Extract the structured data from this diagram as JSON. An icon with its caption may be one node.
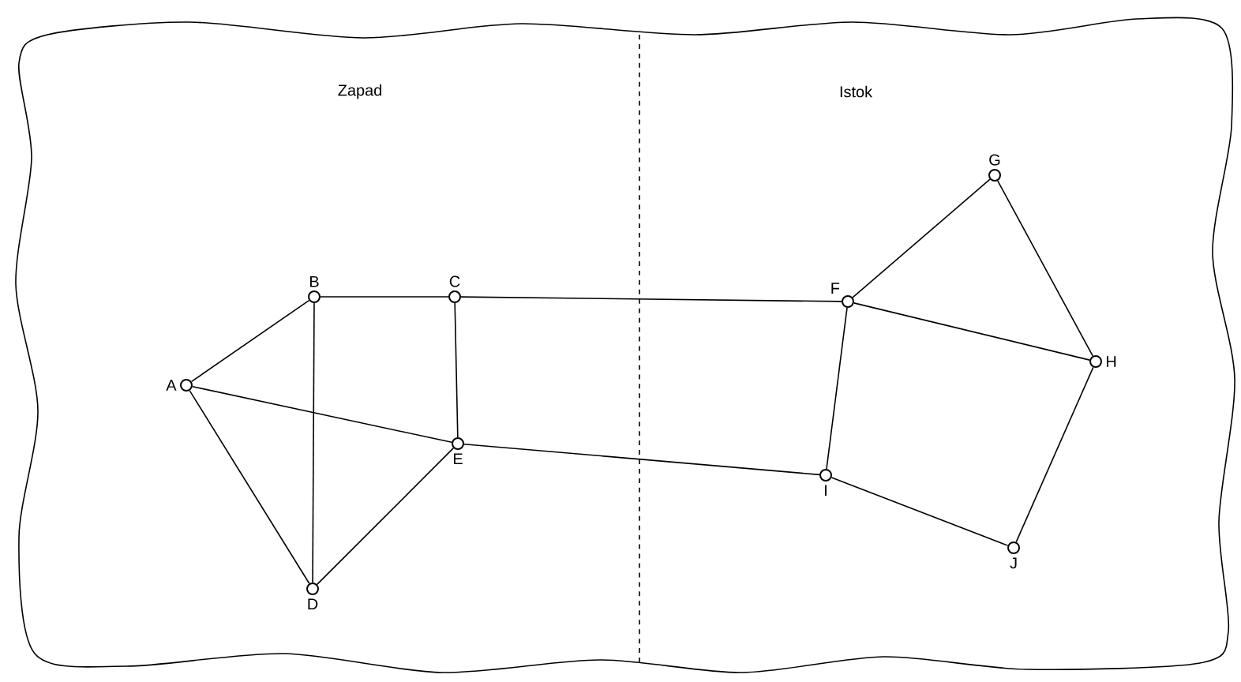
{
  "diagram": {
    "nodes": [
      {
        "text": [],
        "shape": "circle",
        "beside": [
          "A"
        ]
      },
      {
        "text": [],
        "shape": "circle",
        "beside": [
          "B"
        ]
      },
      {
        "text": [],
        "shape": "circle",
        "beside": [
          "C"
        ]
      },
      {
        "text": [],
        "shape": "circle",
        "beside": [
          "D"
        ]
      },
      {
        "text": [],
        "shape": "circle",
        "beside": [
          "E"
        ]
      },
      {
        "text": [],
        "shape": "circle",
        "beside": [
          "F"
        ]
      },
      {
        "text": [],
        "shape": "circle",
        "beside": [
          "G"
        ]
      },
      {
        "text": [],
        "shape": "circle",
        "beside": [
          "H"
        ]
      },
      {
        "text": [],
        "shape": "circle",
        "beside": [
          "I"
        ]
      },
      {
        "text": [],
        "shape": "circle",
        "beside": [
          "J"
        ]
      }
    ],
    "edges": [
      {
        "from": 0,
        "to": 1,
        "arrow": "none"
      },
      {
        "from": 0,
        "to": 3,
        "arrow": "none"
      },
      {
        "from": 0,
        "to": 4,
        "arrow": "none"
      },
      {
        "from": 1,
        "to": 2,
        "arrow": "none"
      },
      {
        "from": 1,
        "to": 3,
        "arrow": "none"
      },
      {
        "from": 2,
        "to": 4,
        "arrow": "none"
      },
      {
        "from": 3,
        "to": 4,
        "arrow": "none"
      },
      {
        "from": 2,
        "to": 5,
        "arrow": "none"
      },
      {
        "from": 4,
        "to": 8,
        "arrow": "none"
      },
      {
        "from": 5,
        "to": 8,
        "arrow": "none"
      },
      {
        "from": 5,
        "to": 6,
        "arrow": "none"
      },
      {
        "from": 6,
        "to": 7,
        "arrow": "none"
      },
      {
        "from": 5,
        "to": 7,
        "arrow": "none"
      },
      {
        "from": 7,
        "to": 9,
        "arrow": "none"
      },
      {
        "from": 8,
        "to": 9,
        "arrow": "none"
      }
    ],
    "labels": [
      "Zapad",
      "Istok"
    ]
  }
}
